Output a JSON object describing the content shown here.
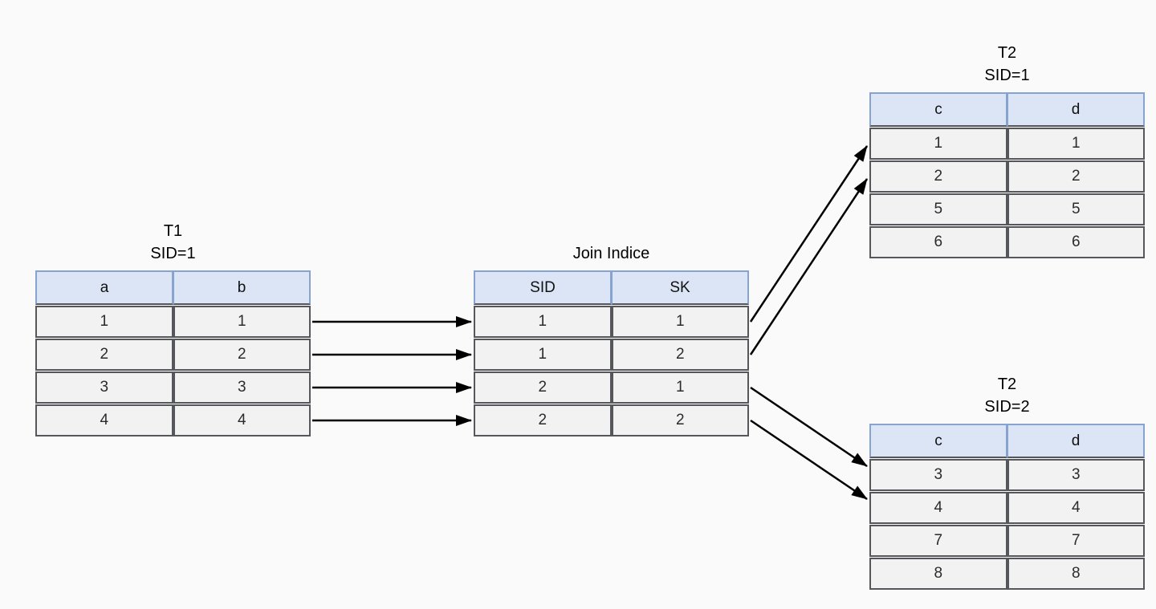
{
  "diagram": {
    "background_color": "#fafafa",
    "colors": {
      "header_fill": "#dbe5f6",
      "header_border": "#87a3cf",
      "cell_fill": "#f2f2f2",
      "cell_border": "#55575a",
      "arrow": "#000000"
    },
    "tables": [
      {
        "id": "t1",
        "title_lines": [
          "T1",
          "SID=1"
        ],
        "columns": [
          "a",
          "b"
        ],
        "rows": [
          [
            "1",
            "1"
          ],
          [
            "2",
            "2"
          ],
          [
            "3",
            "3"
          ],
          [
            "4",
            "4"
          ]
        ]
      },
      {
        "id": "join_index",
        "title_lines": [
          "Join Indice"
        ],
        "columns": [
          "SID",
          "SK"
        ],
        "rows": [
          [
            "1",
            "1"
          ],
          [
            "1",
            "2"
          ],
          [
            "2",
            "1"
          ],
          [
            "2",
            "2"
          ]
        ]
      },
      {
        "id": "t2_sid1",
        "title_lines": [
          "T2",
          "SID=1"
        ],
        "columns": [
          "c",
          "d"
        ],
        "rows": [
          [
            "1",
            "1"
          ],
          [
            "2",
            "2"
          ],
          [
            "5",
            "5"
          ],
          [
            "6",
            "6"
          ]
        ]
      },
      {
        "id": "t2_sid2",
        "title_lines": [
          "T2",
          "SID=2"
        ],
        "columns": [
          "c",
          "d"
        ],
        "rows": [
          [
            "3",
            "3"
          ],
          [
            "4",
            "4"
          ],
          [
            "7",
            "7"
          ],
          [
            "8",
            "8"
          ]
        ]
      }
    ],
    "connections": [
      {
        "from": {
          "table": "t1",
          "row": 0
        },
        "to": {
          "table": "join_index",
          "row": 0
        }
      },
      {
        "from": {
          "table": "t1",
          "row": 1
        },
        "to": {
          "table": "join_index",
          "row": 1
        }
      },
      {
        "from": {
          "table": "t1",
          "row": 2
        },
        "to": {
          "table": "join_index",
          "row": 2
        }
      },
      {
        "from": {
          "table": "t1",
          "row": 3
        },
        "to": {
          "table": "join_index",
          "row": 3
        }
      },
      {
        "from": {
          "table": "join_index",
          "row": 0
        },
        "to": {
          "table": "t2_sid1",
          "row": 0
        }
      },
      {
        "from": {
          "table": "join_index",
          "row": 1
        },
        "to": {
          "table": "t2_sid1",
          "row": 1
        }
      },
      {
        "from": {
          "table": "join_index",
          "row": 2
        },
        "to": {
          "table": "t2_sid2",
          "row": 0
        }
      },
      {
        "from": {
          "table": "join_index",
          "row": 3
        },
        "to": {
          "table": "t2_sid2",
          "row": 1
        }
      }
    ]
  }
}
